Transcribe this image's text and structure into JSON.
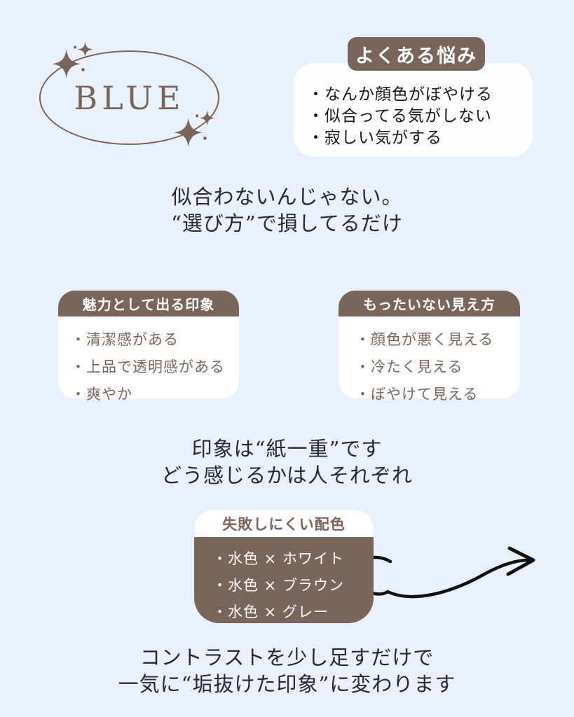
{
  "colors": {
    "background": "#e8f1fc",
    "brown": "#7b655a",
    "card_white": "#fefeff",
    "statement_text": "#262a31",
    "handwriting_black": "#17181b",
    "arrow_black": "#101010"
  },
  "logo": {
    "text": "BLUE"
  },
  "worries_card": {
    "header": "よくある悩み",
    "items": [
      "・なんか顔色がぼやける",
      "・似合ってる気がしない",
      "・寂しい気がする"
    ]
  },
  "statement1": {
    "line1": "似合わないんじゃない。",
    "line2": "“選び方”で損してるだけ"
  },
  "pros_card": {
    "header": "魅力として出る印象",
    "items": [
      "・清潔感がある",
      "・上品で透明感がある",
      "・爽やか"
    ]
  },
  "cons_card": {
    "header": "もったいない見え方",
    "items": [
      "・顔色が悪く見える",
      "・冷たく見える",
      "・ぼやけて見える"
    ]
  },
  "statement2": {
    "line1": "印象は“紙一重”です",
    "line2": "どう感じるかは人それぞれ"
  },
  "palette_card": {
    "header": "失敗しにくい配色",
    "items": [
      "・水色 × ホワイト",
      "・水色 × ブラウン",
      "・水色 × グレー"
    ]
  },
  "statement3": {
    "line1": "コントラストを少し足すだけで",
    "line2": "一気に“垢抜けた印象”に変わります"
  }
}
